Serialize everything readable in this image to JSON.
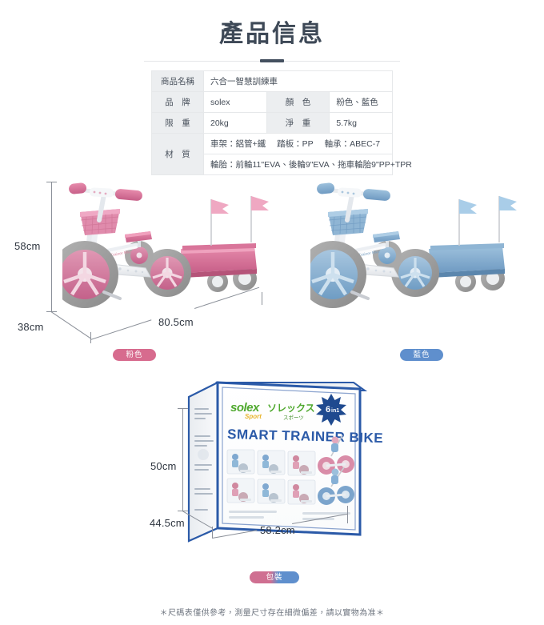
{
  "header": {
    "title": "產品信息"
  },
  "spec_table": {
    "rows": [
      {
        "label": "商品名稱",
        "value": "六合一智慧訓練車"
      },
      {
        "label": "品　牌",
        "value": "solex",
        "label2": "顏　色",
        "value2": "粉色、藍色"
      },
      {
        "label": "限　重",
        "value": "20kg",
        "label2": "淨　重",
        "value2": "5.7kg"
      }
    ],
    "material_label": "材　質",
    "material_line1_a": "車架：鋁管+鐵",
    "material_line1_b": "踏板：PP",
    "material_line1_c": "軸承：ABEC-7",
    "material_line2": "輪胎：前輪11\"EVA、後輪9\"EVA、拖車輪胎9\"PP+TPR"
  },
  "product_views": {
    "pink": {
      "chip_label": "粉色",
      "height_label": "58cm",
      "front_label": "38cm",
      "length_label": "80.5cm"
    },
    "blue": {
      "chip_label": "藍色"
    }
  },
  "packaging": {
    "chip_label": "包裝",
    "height_label": "50cm",
    "depth_label": "44.5cm",
    "width_label": "58.2cm",
    "box_brand": "solex",
    "box_brand_sub": "Sport",
    "box_katakana": "ソレックス",
    "box_katakana_sub": "スポーツ",
    "box_badge_number": "6",
    "box_badge_suffix": "in1",
    "box_product_name": "SMART TRAINER BIKE"
  },
  "footer": {
    "note": "＊尺碼表僅供參考，測量尺寸存在細微偏差，請以實物為准＊"
  },
  "colors": {
    "pink": "#d76b8e",
    "blue": "#5f8fcd",
    "pink_part": "#d9759a",
    "blue_part": "#7fa8cc",
    "frame_white": "#f4f5f7",
    "tire_gray": "#9b9b9b",
    "box_blue": "#2b5aa8",
    "title_dark": "#3e4957"
  }
}
